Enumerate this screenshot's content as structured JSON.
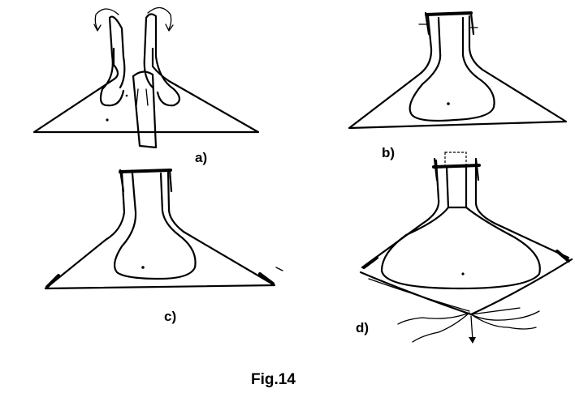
{
  "figure": {
    "caption": "Fig.14",
    "panels": [
      {
        "id": "a",
        "label": "a)"
      },
      {
        "id": "b",
        "label": "b)"
      },
      {
        "id": "c",
        "label": "c)"
      },
      {
        "id": "d",
        "label": "d)"
      }
    ]
  },
  "colors": {
    "ink": "#000000",
    "background": "#ffffff"
  }
}
